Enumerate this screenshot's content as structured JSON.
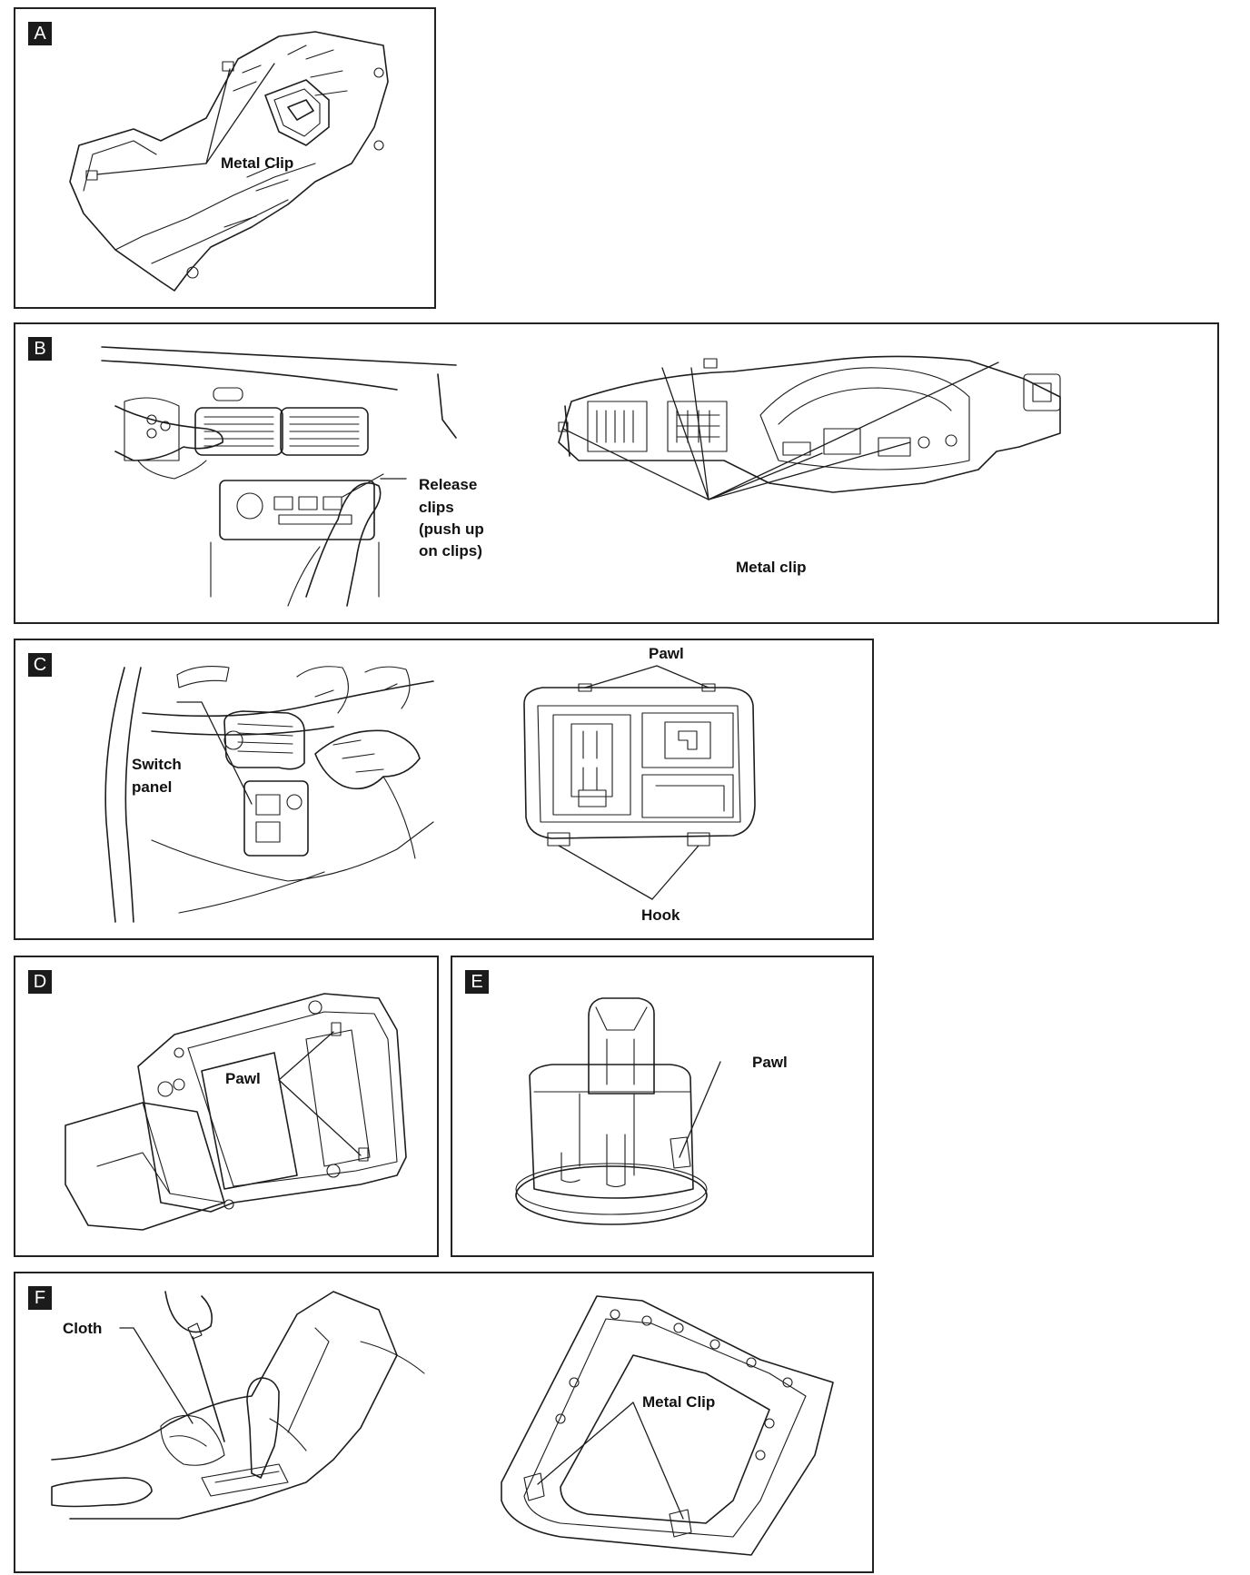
{
  "panels": {
    "a": {
      "badge": "A",
      "labels": {
        "metal_clip": "Metal Clip"
      }
    },
    "b": {
      "badge": "B",
      "labels": {
        "release_1": "Release",
        "release_2": "clips",
        "release_3": "(push up",
        "release_4": "on clips)",
        "metal_clip": "Metal clip"
      }
    },
    "c": {
      "badge": "C",
      "labels": {
        "switch_1": "Switch",
        "switch_2": "panel",
        "pawl": "Pawl",
        "hook": "Hook"
      }
    },
    "d": {
      "badge": "D",
      "labels": {
        "pawl": "Pawl"
      }
    },
    "e": {
      "badge": "E",
      "labels": {
        "pawl": "Pawl"
      }
    },
    "f": {
      "badge": "F",
      "labels": {
        "cloth": "Cloth",
        "metal_clip": "Metal Clip"
      }
    }
  }
}
